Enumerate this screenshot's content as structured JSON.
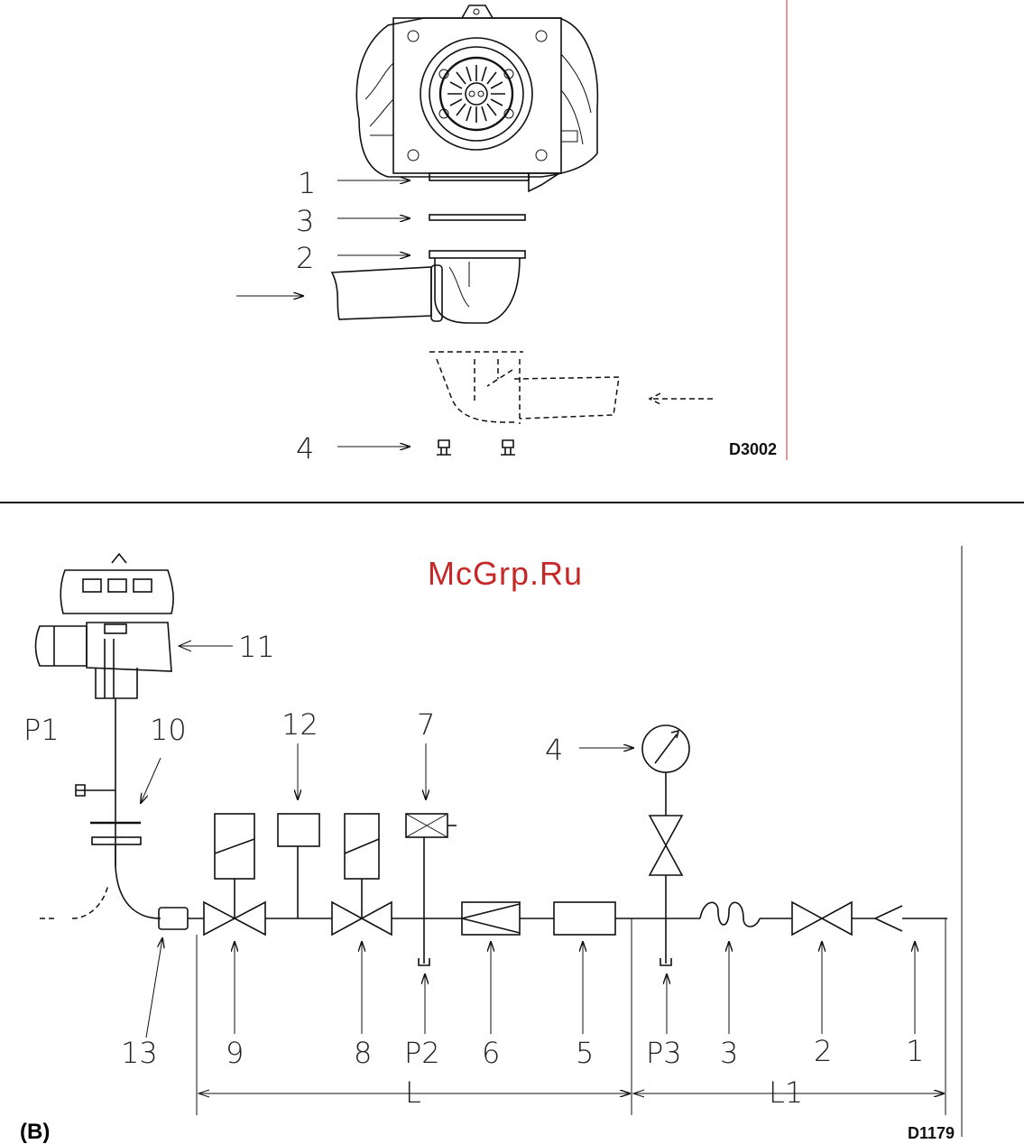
{
  "diagram_a": {
    "labels": {
      "part1": "1",
      "part3": "3",
      "part2": "2",
      "part4": "4"
    },
    "code": "D3002"
  },
  "diagram_b": {
    "watermark": "McGrp.Ru",
    "labels": {
      "n11": "11",
      "n10": "10",
      "p1": "P1",
      "n12": "12",
      "n7": "7",
      "n4": "4",
      "n13": "13",
      "n9": "9",
      "n8": "8",
      "p2": "P2",
      "n6": "6",
      "n5": "5",
      "p3": "P3",
      "n3": "3",
      "n2": "2",
      "n1": "1",
      "len_l": "L",
      "len_l1": "L1"
    },
    "panel": "(B)",
    "code": "D1179"
  },
  "colors": {
    "watermark": "#c62828",
    "margin_line": "#e57373",
    "line": "#111111"
  }
}
